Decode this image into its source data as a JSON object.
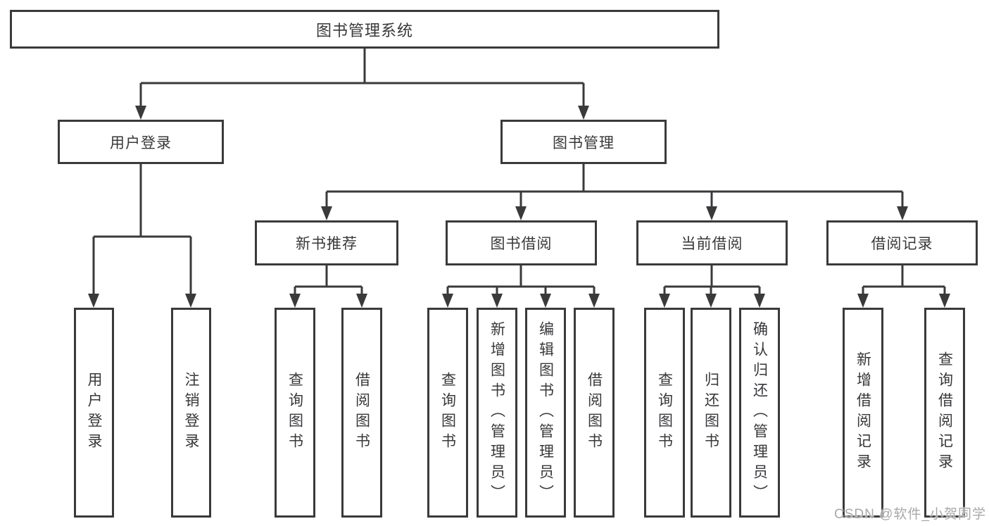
{
  "diagram": {
    "root": {
      "label": "图书管理系统"
    },
    "level1": [
      {
        "label": "用户登录"
      },
      {
        "label": "图书管理"
      }
    ],
    "level2": [
      {
        "label": "新书推荐"
      },
      {
        "label": "图书借阅"
      },
      {
        "label": "当前借阅"
      },
      {
        "label": "借阅记录"
      }
    ],
    "leaves": {
      "user_login": [
        "用户登录",
        "注销登录"
      ],
      "new_book": [
        "查询图书",
        "借阅图书"
      ],
      "borrow": [
        "查询图书",
        "新增图书（管理员）",
        "编辑图书（管理员）",
        "借阅图书"
      ],
      "current": [
        "查询图书",
        "归还图书",
        "确认归还（管理员）"
      ],
      "records": [
        "新增借阅记录",
        "查询借阅记录"
      ]
    }
  },
  "watermark": "CSDN @软件_小贺同学",
  "colors": {
    "line": "#3a3a3c",
    "text": "#38383c",
    "watermark": "#a8a8ac",
    "background": "#ffffff"
  }
}
